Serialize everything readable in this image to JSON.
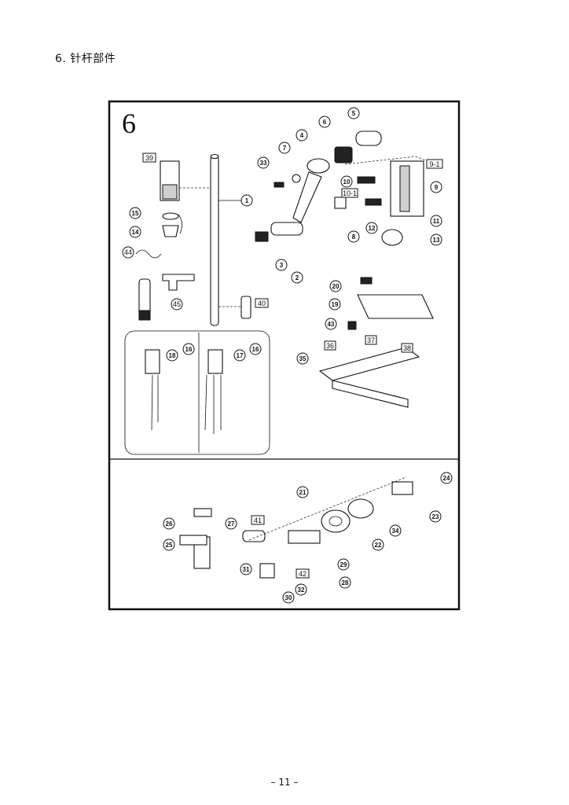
{
  "section_title": "6. 针杆部件",
  "figure_number": "6",
  "page_number": "– 11 –",
  "callouts": {
    "c1": "1",
    "c2": "2",
    "c3": "3",
    "c4": "4",
    "c5": "5",
    "c6": "6",
    "c7": "7",
    "c8": "8",
    "c9": "9",
    "c9_1": "9-1",
    "c10": "10",
    "c10_1": "10-1",
    "c11": "11",
    "c12": "12",
    "c13": "13",
    "c14": "14",
    "c15": "15",
    "c16a": "16",
    "c16b": "16",
    "c17": "17",
    "c18": "18",
    "c19": "19",
    "c20": "20",
    "c21": "21",
    "c22": "22",
    "c23": "23",
    "c24": "24",
    "c25": "25",
    "c26": "26",
    "c27": "27",
    "c28": "28",
    "c29": "29",
    "c30": "30",
    "c31": "31",
    "c32": "32",
    "c33": "33",
    "c34": "34",
    "c35": "35",
    "c36": "36",
    "c37": "37",
    "c38": "38",
    "c39": "39",
    "c40": "40",
    "c41": "41",
    "c42": "42",
    "c43": "43",
    "c44": "44",
    "c45": "45"
  }
}
